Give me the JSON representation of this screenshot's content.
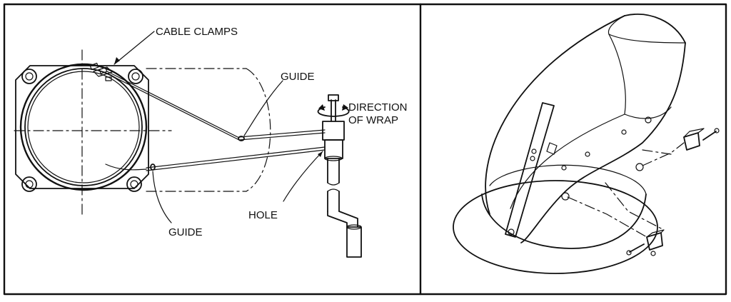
{
  "labels": {
    "cable_clamps": "CABLE CLAMPS",
    "guide_upper": "GUIDE",
    "direction_line1": "DIRECTION",
    "direction_line2": "OF WRAP",
    "hole": "HOLE",
    "guide_lower": "GUIDE"
  },
  "colors": {
    "ink": "#111111",
    "paper": "#ffffff"
  }
}
